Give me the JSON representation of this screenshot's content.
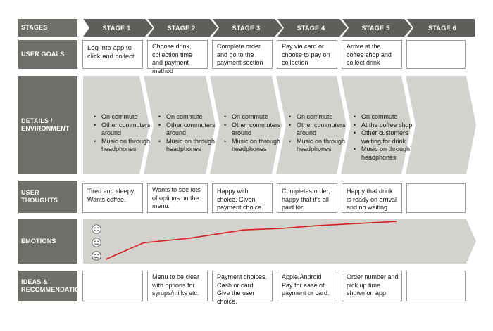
{
  "rows": {
    "stages": "STAGES",
    "user_goals": "USER GOALS",
    "details": "DETAILS /\nENVIRONMENT",
    "user_thoughts": "USER\nTHOUGHTS",
    "emotions": "EMOTIONS",
    "ideas": "IDEAS &\nRECOMMENDATIONS"
  },
  "stages": [
    "STAGE 1",
    "STAGE 2",
    "STAGE 3",
    "STAGE 4",
    "STAGE 5",
    "STAGE 6"
  ],
  "user_goals": [
    "Log into app to click and collect",
    "Choose drink, collection time and payment method",
    "Complete order and go to the payment section",
    "Pay via card or choose to pay on collection",
    "Arrive at the coffee shop and collect drink",
    ""
  ],
  "details": [
    [
      "On commute",
      "Other commuters around",
      "Music on through headphones"
    ],
    [
      "On commute",
      "Other commuters around",
      "Music on through headphones"
    ],
    [
      "On commute",
      "Other commuters around",
      "Music on through headphones"
    ],
    [
      "On commute",
      "Other commuters around",
      "Music on through headphones"
    ],
    [
      "On commute",
      "At the coffee shop",
      "Other customers waiting for drink",
      "Music on through headphones"
    ],
    []
  ],
  "user_thoughts": [
    "Tired and sleepy. Wants coffee.",
    "Wants to see lots of options on the menu.",
    "Happy with choice. Given payment choice.",
    "Completes order, happy that it’s all paid for.",
    "Happy that drink is ready on arrival and no waiting.",
    ""
  ],
  "ideas": [
    "",
    "Menu to be clear with options for syrups/milks etc.",
    "Payment choices. Cash or card. Give the user choice.",
    "Apple/Android Pay for ease of payment or card.",
    "Order number and pick up time shown on app",
    ""
  ],
  "emotions": {
    "levels": [
      "happy",
      "neutral",
      "sad"
    ],
    "curve": [
      0.0,
      0.43,
      0.55,
      0.76,
      0.8,
      0.87,
      0.93,
      0.98
    ]
  },
  "colors": {
    "row_label": "#6f6e69",
    "stage_arrow": "#5f5e5a",
    "band": "#d3d2ce",
    "curve": "#d42020"
  }
}
